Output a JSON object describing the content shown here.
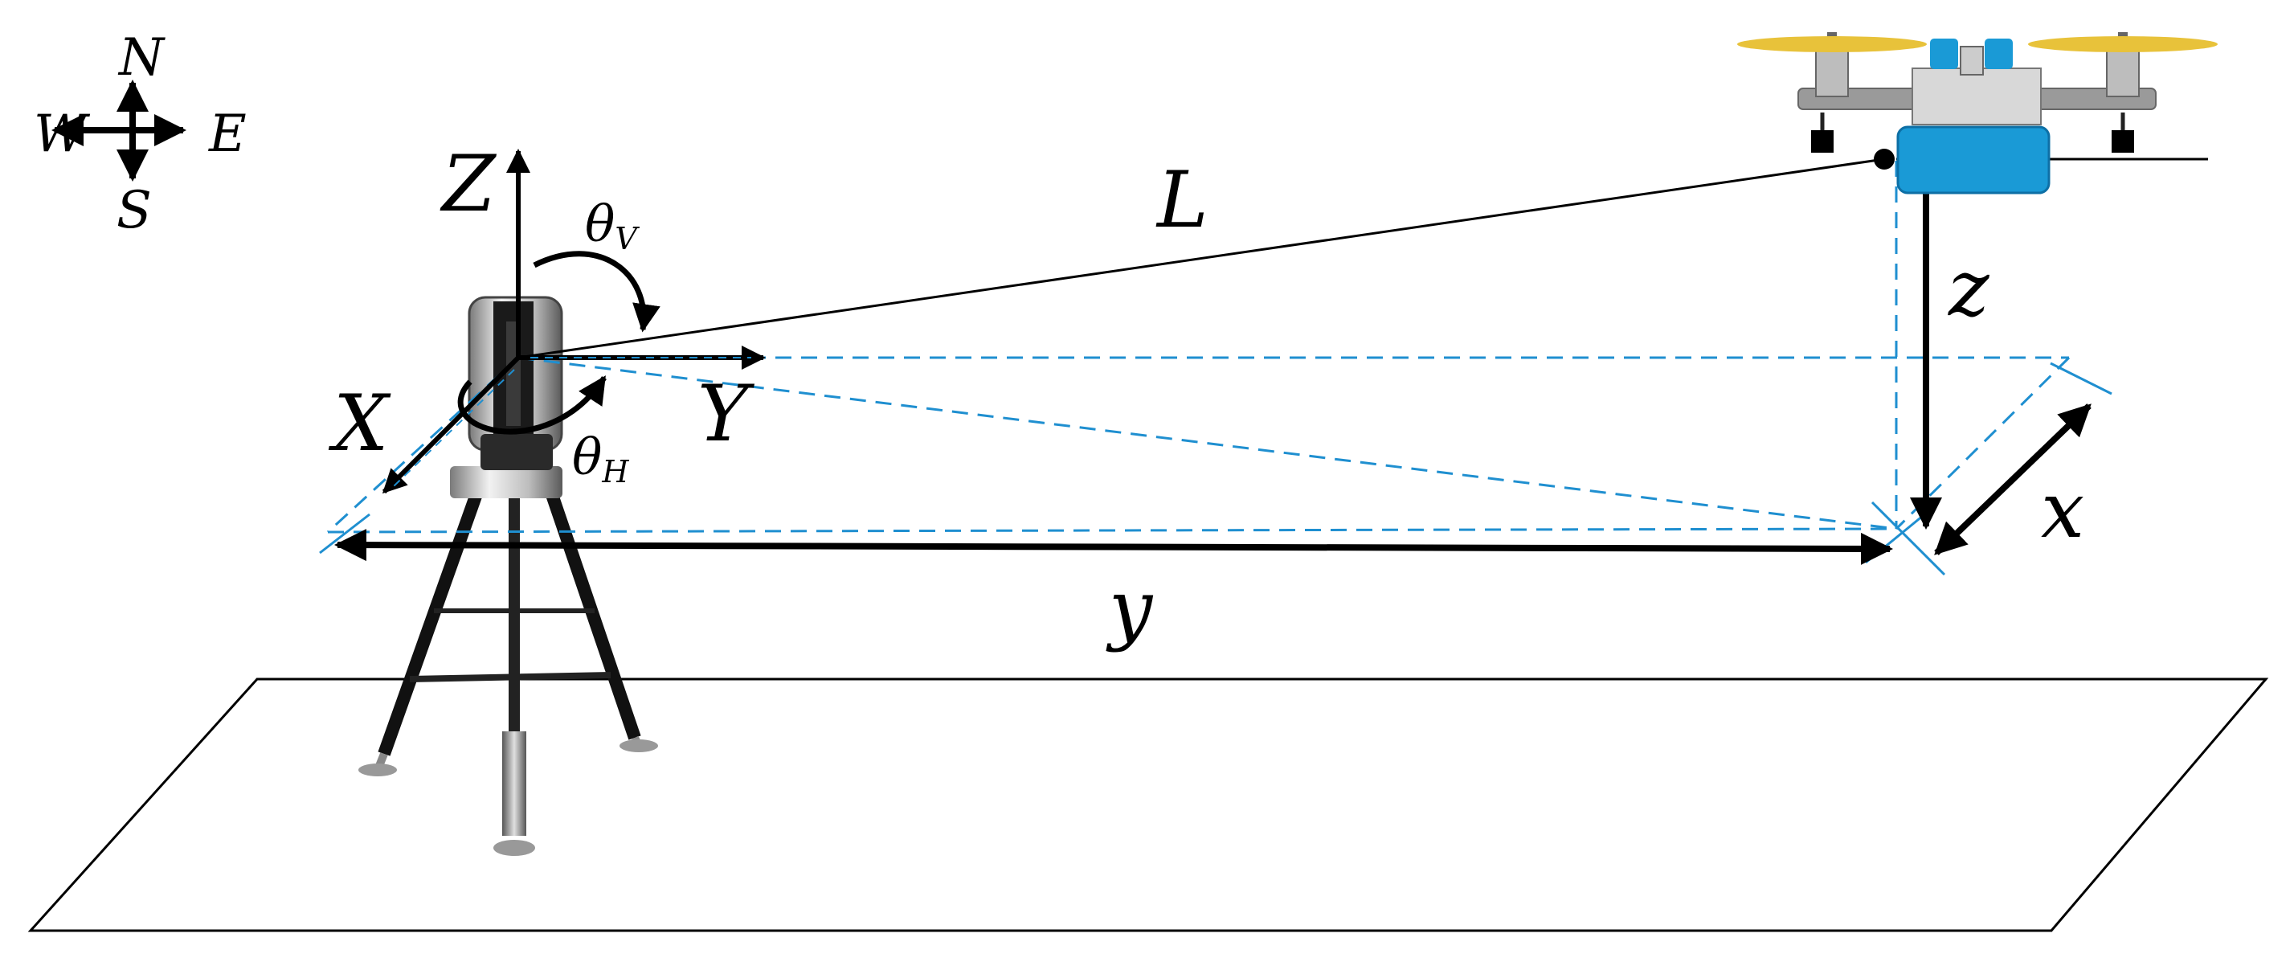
{
  "compass": {
    "north": "N",
    "south": "S",
    "east": "E",
    "west": "W"
  },
  "axes": {
    "z_axis": "Z",
    "x_axis": "X",
    "y_axis": "Y"
  },
  "angles": {
    "vertical": {
      "symbol": "θ",
      "subscript": "V"
    },
    "horizontal": {
      "symbol": "θ",
      "subscript": "H"
    }
  },
  "distances": {
    "line_of_sight": "L",
    "height": "z",
    "lateral": "x",
    "range": "y"
  },
  "colors": {
    "dashed_projection": "#1f8fd0",
    "drone_box": "#1a9ad6",
    "propeller": "#e8c23a",
    "lines": "#000000"
  }
}
